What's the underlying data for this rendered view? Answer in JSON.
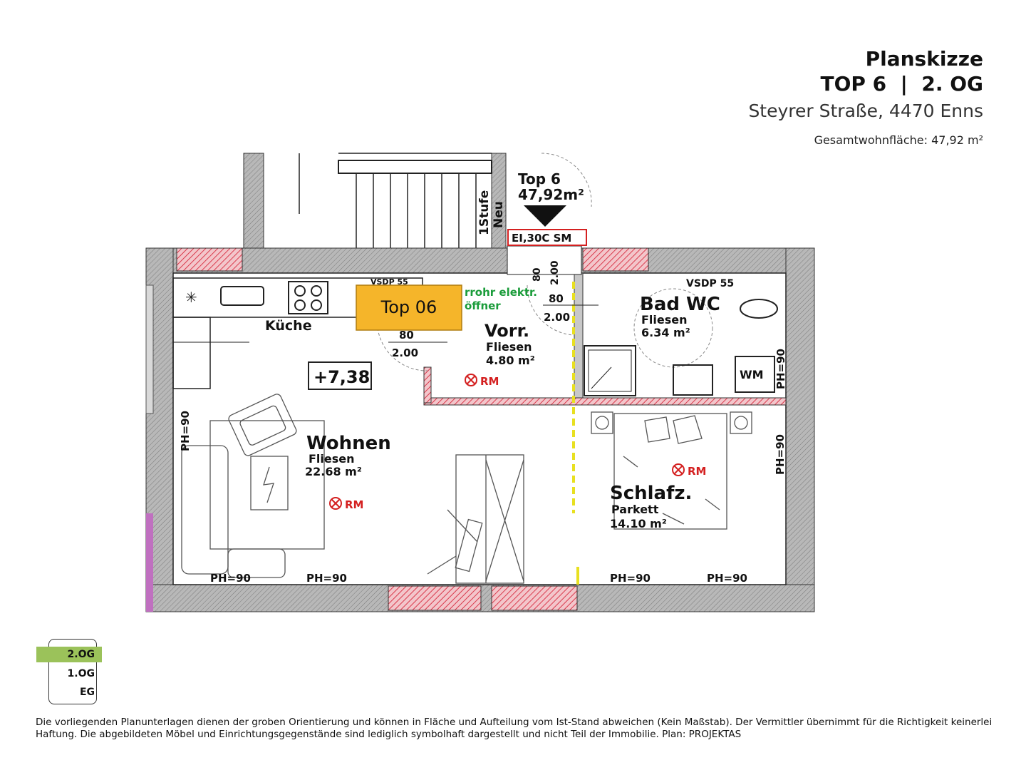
{
  "header": {
    "title": "Planskizze",
    "unit": "TOP 6  |  2. OG",
    "address": "Steyrer Straße, 4470 Enns",
    "area": "Gesamtwohnfläche: 47,92 m²"
  },
  "plan": {
    "unit_label": "Top 6",
    "unit_area": "47,92m²",
    "door_spec": "EI,30C SM",
    "stair_note_1": "1Stufe",
    "stair_note_2": "Neu",
    "badge": "Top 06",
    "level": "+7,38",
    "electric_1": "rrohr elektr.",
    "electric_2": "öffner",
    "vsdp_left": "VSDP 55",
    "vsdp_right": "VSDP 55",
    "door_w1": "80",
    "door_h1": "2.00",
    "door_w2": "80",
    "door_h2": "2.00",
    "door_w3": "80",
    "door_h3": "2.00",
    "rooms": {
      "kitchen": "Küche",
      "hall_name": "Vorr.",
      "hall_floor": "Fliesen",
      "hall_area": "4.80 m²",
      "bath_name": "Bad WC",
      "bath_floor": "Fliesen",
      "bath_area": "6.34 m²",
      "living_name": "Wohnen",
      "living_floor": "Fliesen",
      "living_area": "22.68 m²",
      "bed_name": "Schlafz.",
      "bed_floor": "Parkett",
      "bed_area": "14.10 m²"
    },
    "rm_label": "RM",
    "wm_label": "WM",
    "ph_label": "PH=90"
  },
  "floors": {
    "active": "2.OG",
    "mid": "1.OG",
    "ground": "EG"
  },
  "disclaimer": "Die vorliegenden Planunterlagen dienen der groben Orientierung und können in Fläche und Aufteilung vom Ist-Stand abweichen (Kein Maßstab). Der Vermittler übernimmt für die Richtigkeit keinerlei Haftung. Die abgebildeten Möbel und Einrichtungsgegenstände sind lediglich symbolhaft dargestellt und nicht Teil der Immobilie. Plan: PROJEKTAS",
  "colors": {
    "wall": "#9c9c9c",
    "hatch_red": "#e05a6a",
    "badge": "#f5b52a",
    "level_green": "#9bc25a",
    "electric": "#1a9c3a",
    "rm": "#d42020",
    "yellow_line": "#e8e020"
  }
}
